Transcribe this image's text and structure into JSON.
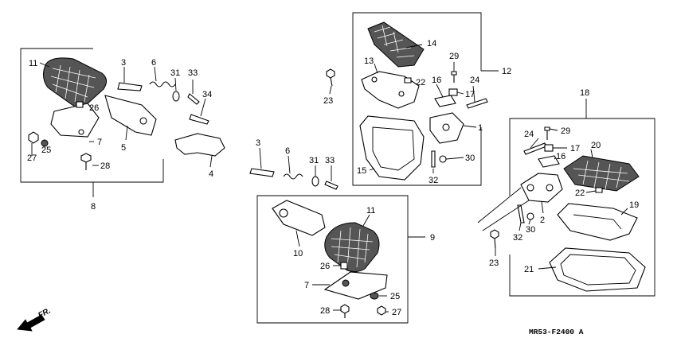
{
  "diagram": {
    "reference_code": "MR53-F2400 A",
    "direction_label": "FR."
  },
  "groups": [
    {
      "id": "g8",
      "label": "8"
    },
    {
      "id": "g9",
      "label": "9"
    },
    {
      "id": "g12",
      "label": "12"
    },
    {
      "id": "g18",
      "label": "18"
    }
  ],
  "callouts": [
    {
      "id": "c-11a",
      "label": "11"
    },
    {
      "id": "c-3a",
      "label": "3"
    },
    {
      "id": "c-6a",
      "label": "6"
    },
    {
      "id": "c-31a",
      "label": "31"
    },
    {
      "id": "c-33a",
      "label": "33"
    },
    {
      "id": "c-34",
      "label": "34"
    },
    {
      "id": "c-26a",
      "label": "26"
    },
    {
      "id": "c-7a",
      "label": "7"
    },
    {
      "id": "c-5",
      "label": "5"
    },
    {
      "id": "c-25a",
      "label": "25"
    },
    {
      "id": "c-27a",
      "label": "27"
    },
    {
      "id": "c-28a",
      "label": "28"
    },
    {
      "id": "c-4",
      "label": "4"
    },
    {
      "id": "c-23a",
      "label": "23"
    },
    {
      "id": "c-14",
      "label": "14"
    },
    {
      "id": "c-29a",
      "label": "29"
    },
    {
      "id": "c-13",
      "label": "13"
    },
    {
      "id": "c-22a",
      "label": "22"
    },
    {
      "id": "c-16a",
      "label": "16"
    },
    {
      "id": "c-24a",
      "label": "24"
    },
    {
      "id": "c-17a",
      "label": "17"
    },
    {
      "id": "c-1",
      "label": "1"
    },
    {
      "id": "c-30a",
      "label": "30"
    },
    {
      "id": "c-15",
      "label": "15"
    },
    {
      "id": "c-32a",
      "label": "32"
    },
    {
      "id": "c-3b",
      "label": "3"
    },
    {
      "id": "c-6b",
      "label": "6"
    },
    {
      "id": "c-31b",
      "label": "31"
    },
    {
      "id": "c-33b",
      "label": "33"
    },
    {
      "id": "c-11b",
      "label": "11"
    },
    {
      "id": "c-10",
      "label": "10"
    },
    {
      "id": "c-26b",
      "label": "26"
    },
    {
      "id": "c-7b",
      "label": "7"
    },
    {
      "id": "c-25b",
      "label": "25"
    },
    {
      "id": "c-28b",
      "label": "28"
    },
    {
      "id": "c-27b",
      "label": "27"
    },
    {
      "id": "c-24b",
      "label": "24"
    },
    {
      "id": "c-29b",
      "label": "29"
    },
    {
      "id": "c-17b",
      "label": "17"
    },
    {
      "id": "c-16b",
      "label": "16"
    },
    {
      "id": "c-20",
      "label": "20"
    },
    {
      "id": "c-22b",
      "label": "22"
    },
    {
      "id": "c-19",
      "label": "19"
    },
    {
      "id": "c-2",
      "label": "2"
    },
    {
      "id": "c-32b",
      "label": "32"
    },
    {
      "id": "c-30b",
      "label": "30"
    },
    {
      "id": "c-23b",
      "label": "23"
    },
    {
      "id": "c-21",
      "label": "21"
    }
  ]
}
